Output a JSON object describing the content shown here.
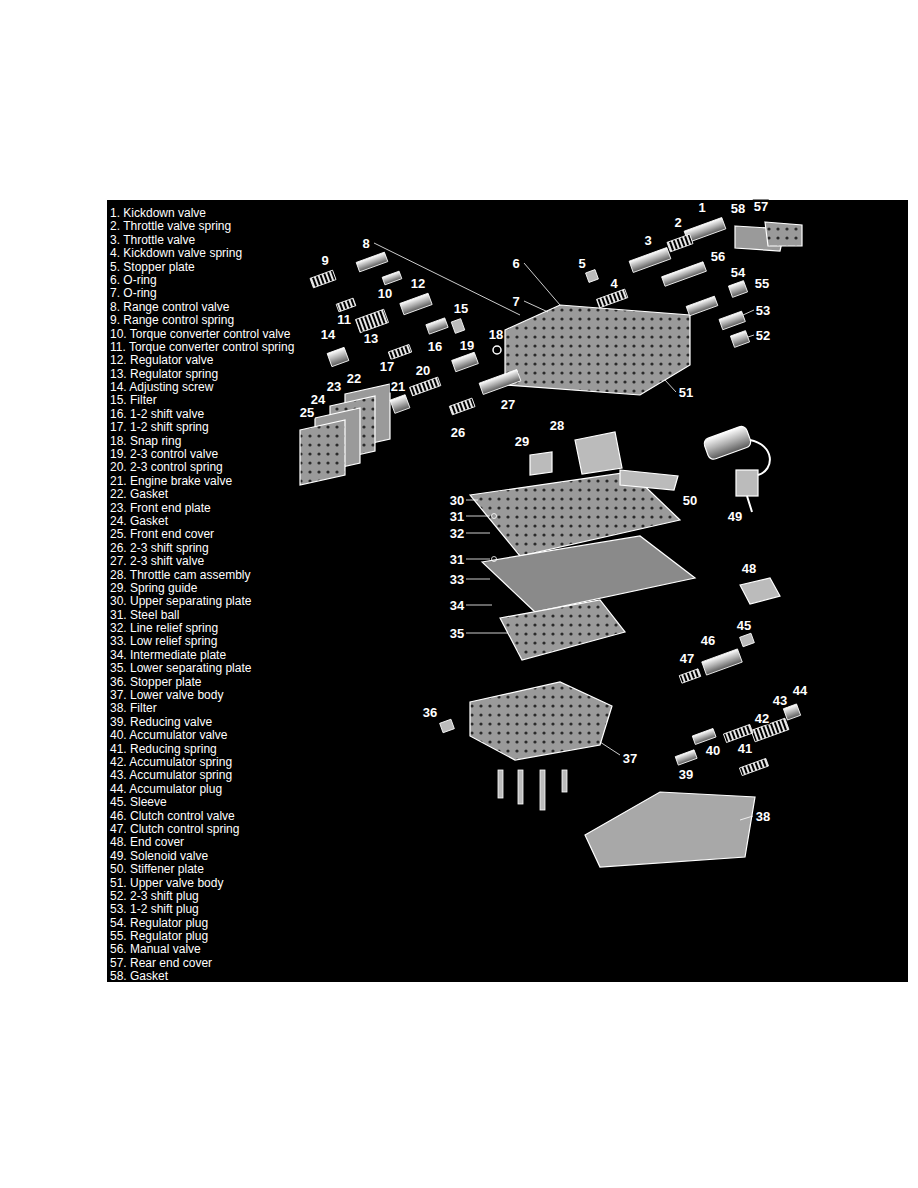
{
  "diagram": {
    "labels": [
      "1. Kickdown valve",
      "2. Throttle valve spring",
      "3. Throttle valve",
      "4. Kickdown valve spring",
      "5. Stopper plate",
      "6. O-ring",
      "7. O-ring",
      "8. Range control valve",
      "9. Range control spring",
      "10. Torque converter control valve",
      "11. Torque converter control spring",
      "12. Regulator valve",
      "13. Regulator spring",
      "14. Adjusting screw",
      "15. Filter",
      "16. 1-2 shift valve",
      "17. 1-2 shift spring",
      "18. Snap ring",
      "19. 2-3 control valve",
      "20. 2-3 control spring",
      "21. Engine brake valve",
      "22. Gasket",
      "23. Front end plate",
      "24. Gasket",
      "25. Front end cover",
      "26. 2-3 shift spring",
      "27. 2-3 shift valve",
      "28. Throttle cam assembly",
      "29. Spring guide",
      "30. Upper separating plate",
      "31. Steel ball",
      "32. Line relief spring",
      "33. Low relief spring",
      "34. Intermediate plate",
      "35. Lower separating plate",
      "36. Stopper plate",
      "37. Lower valve body",
      "38. Filter",
      "39. Reducing valve",
      "40. Accumulator valve",
      "41. Reducing spring",
      "42. Accumulator spring",
      "43. Accumulator spring",
      "44. Accumulator plug",
      "45. Sleeve",
      "46. Clutch control valve",
      "47. Clutch control spring",
      "48. End cover",
      "49. Solenoid valve",
      "50. Stiffener plate",
      "51. Upper valve body",
      "52. 2-3 shift plug",
      "53. 1-2 shift plug",
      "54. Regulator plug",
      "55. Regulator plug",
      "56. Manual valve",
      "57. Rear end cover",
      "58. Gasket",
      "1",
      "2",
      "3",
      "4",
      "5",
      "6",
      "7",
      "8",
      "9",
      "10",
      "11",
      "12",
      "13",
      "14",
      "15",
      "16",
      "17",
      "18",
      "19",
      "20",
      "21",
      "22",
      "23",
      "24",
      "25",
      "26",
      "27",
      "28",
      "29",
      "30",
      "31",
      "31",
      "32",
      "33",
      "34",
      "35",
      "36",
      "37",
      "38",
      "39",
      "40",
      "41",
      "42",
      "43",
      "44",
      "45",
      "46",
      "47",
      "48",
      "49",
      "50",
      "51",
      "52",
      "53",
      "54",
      "55",
      "56",
      "57",
      "58"
    ]
  }
}
